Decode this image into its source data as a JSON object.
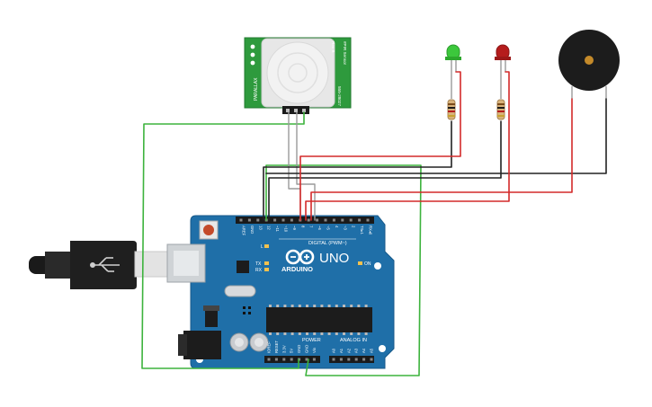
{
  "pir_sensor": {
    "left_label": "PARALLAX",
    "right_label_1": "555-28027",
    "right_label_2": "Rev B",
    "right_label_3": "#PIR Sensor"
  },
  "arduino": {
    "logo_text": "ARDUINO",
    "model": "UNO",
    "on_label": "ON",
    "tx_label": "TX",
    "rx_label": "RX",
    "l_label": "L",
    "digital_label": "DIGITAL (PWM~)",
    "power_label": "POWER",
    "analog_label": "ANALOG IN",
    "top_pins": [
      "AREF",
      "GND",
      "13",
      "12",
      "~11",
      "~10",
      "~9",
      "8",
      "7",
      "~6",
      "~5",
      "4",
      "~3",
      "2",
      "TX▸1",
      "RX◂0"
    ],
    "power_pins": [
      "IOREF",
      "RESET",
      "3.3V",
      "5V",
      "GND",
      "GND",
      "Vin"
    ],
    "analog_pins": [
      "A0",
      "A1",
      "A2",
      "A3",
      "A4",
      "A5"
    ]
  },
  "colors": {
    "board": "#1f6fa8",
    "pcb_green": "#2e9a3d",
    "wire_green": "#3db33d",
    "wire_red": "#d42a2a",
    "wire_black": "#222222",
    "wire_gray": "#9a9a9a",
    "led_green": "#3cc83c",
    "led_red": "#b51c1c",
    "buzzer": "#1c1c1c"
  }
}
